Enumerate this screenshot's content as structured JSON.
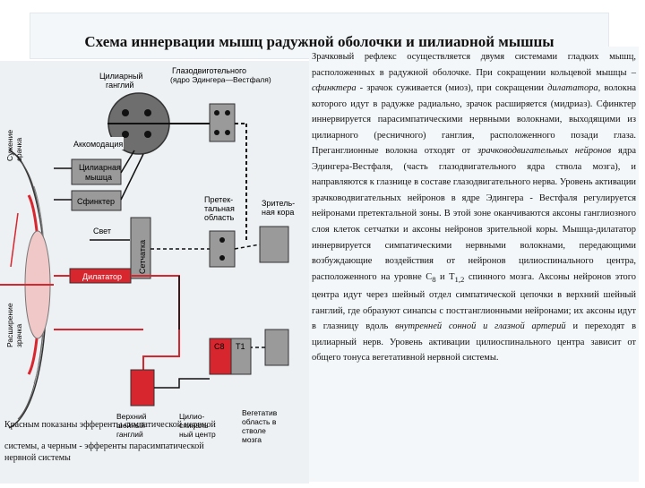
{
  "title": "Схема иннервации мышц радужной оболочки и цилиарной мышцы",
  "diagram": {
    "ciliary_ganglion": [
      "Цилиарный",
      "ганглий"
    ],
    "oculomotor_nucleus": [
      "Глазодвиготельного",
      "(ядро Эдингера—Вестфаля)"
    ],
    "accommodation": "Аккомодация",
    "ciliary_muscle": [
      "Цилиарная",
      "мышца"
    ],
    "sphincter": "Сфинктер",
    "pretectal_area": [
      "Претек-",
      "тальная",
      "область"
    ],
    "visual_cortex": [
      "Зритель-",
      "ная кора"
    ],
    "light": "Свет",
    "retina": "Сетчатка",
    "dilator": "Дилататор",
    "narrowing": [
      "Сужение",
      "зрачка"
    ],
    "widening": [
      "Расширение",
      "зрачка"
    ],
    "c8": "C8",
    "t1": "T1",
    "superior_ganglion": [
      "Верхний",
      "шейный",
      "ганглий"
    ],
    "ciliospinal_center": [
      "Цилио-",
      "спиналь",
      "ный центр"
    ],
    "vegetative": [
      "Вегетатив",
      "область в",
      "стволе",
      "мозга"
    ],
    "colors": {
      "efferent_sympathetic": "#d8262e",
      "parasympathetic": "#111111",
      "box": "#9a9a9a"
    }
  },
  "caption_line1": "Красным показаны эфференты симпатической нервной",
  "caption_line2": "системы, а черным - эфференты парасимпатической",
  "caption_line3": "нервной системы",
  "text": {
    "p1": "Зрачковый рефлекс осуществляется двумя системами гладких мышц, расположенных в радужной оболочке. При сокращении кольцевой мышцы – ",
    "sphincter_word": "сфинктера",
    "p2": " - зрачок суживается (миоз), при сокращении ",
    "dilator_word": "дилататора,",
    "p3": " волокна которого идут в радужке радиально, зрачок расширяется (мидриаз). Сфинктер иннервируется парасимпатическими нервными волокнами, выходящими из цилиарного (ресничного) ганглия, расположенного позади глаза. Преганглионные волокна отходят от ",
    "neurons_word": "зрачководвигательных нейронов",
    "p4": " ядра Эдингера-Вестфаля, (часть глазодвигательного ядра ствола мозга), и направляются к глазнице в составе глазодвигательного нерва. Уровень активации зрачководвигательных нейронов в ядре Эдингера - Вестфаля регулируется нейронами претектальной зоны. В этой зоне оканчиваются аксоны ганглиозного слоя клеток сетчатки и аксоны нейронов зрительной коры. Мышца-дилататор иннервируется симпатическими нервными волокнами, передающими возбуждающие воздействия от нейронов цилиоспинального центра, расположенного на уровне C",
    "c8_sub": "8",
    "and_t": " и T",
    "t12_sub": "1,2",
    "p5": " спинного мозга. Аксоны нейронов этого центра идут через шейный отдел симпатической цепочки в верхний шейный ганглий, где образуют синапсы с постганглионными нейронами; их аксоны идут в глазницу вдоль ",
    "arteries_word": "внутренней сонной и глазной артерий",
    "p6": " и переходят в цилиарный нерв. Уровень активации цилиоспинального центра зависит от общего тонуса вегетативной нервной системы."
  }
}
